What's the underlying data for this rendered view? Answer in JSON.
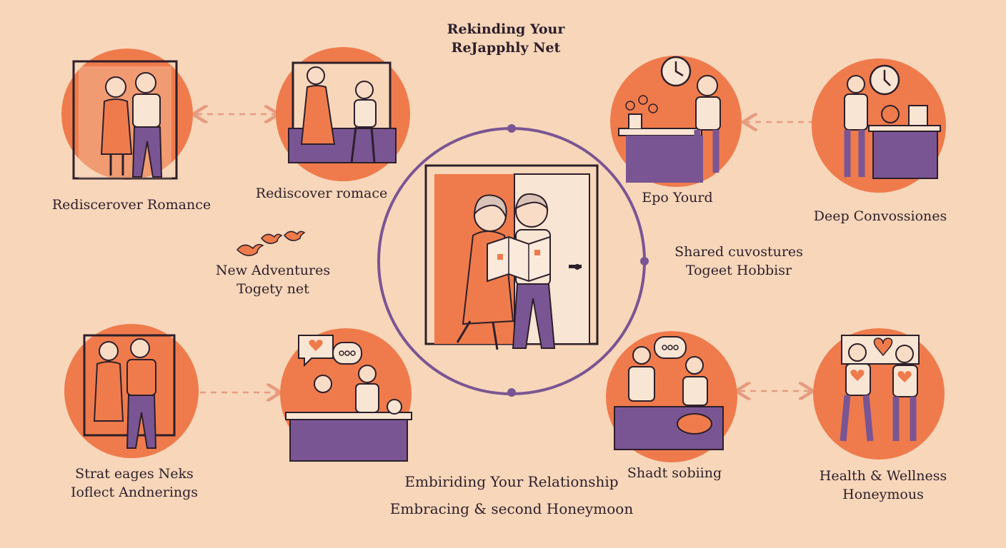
{
  "header": {
    "line1": "Rekinding Your",
    "line2": "ReJapphly Net"
  },
  "center": {
    "line1": "Embiriding Your Relationship",
    "line2": "Embracing & second Honeymoon"
  },
  "nodes": {
    "romance_left": {
      "label": "Rediscerover Romance"
    },
    "romance_right": {
      "label": "Rediscover romace"
    },
    "adventures": {
      "line1": "New Adventures",
      "line2": "Togety net"
    },
    "explore": {
      "label": "Epo Yourd"
    },
    "conversations": {
      "label": "Deep Convossiones"
    },
    "shared": {
      "line1": "Shared cuvostures",
      "line2": "Togeet Hobbisr"
    },
    "strategies": {
      "line1": "Strat eages Neks",
      "line2": "Ioflect Andnerings"
    },
    "solving": {
      "label": "Shadt sobiing"
    },
    "health": {
      "line1": "Health & Wellness",
      "line2": "Honeymous"
    }
  },
  "colors": {
    "background": "#f7d6ba",
    "accent_orange": "#ef7b4c",
    "accent_purple": "#7a5593",
    "ink": "#2d1f2a",
    "arrow": "#e69b7e"
  }
}
